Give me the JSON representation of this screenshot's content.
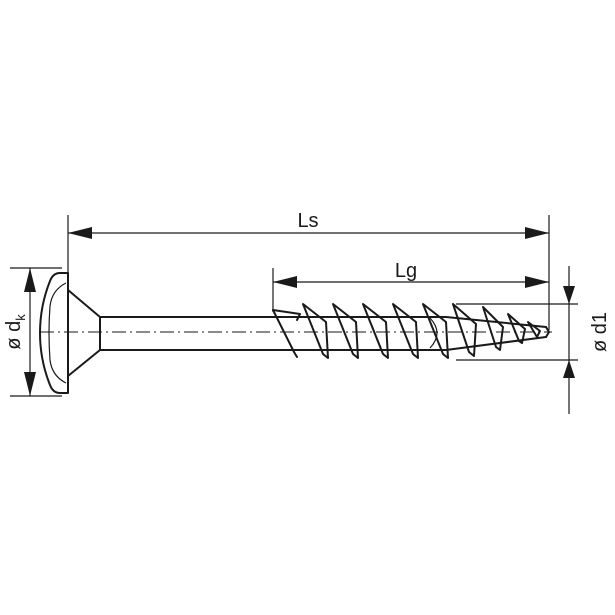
{
  "labels": {
    "ls": "Ls",
    "lg": "Lg",
    "dk_prefix": "ø d",
    "dk_sub": "k",
    "d1": "ø d1"
  },
  "colors": {
    "line": "#1a1a1a",
    "background": "#ffffff"
  }
}
